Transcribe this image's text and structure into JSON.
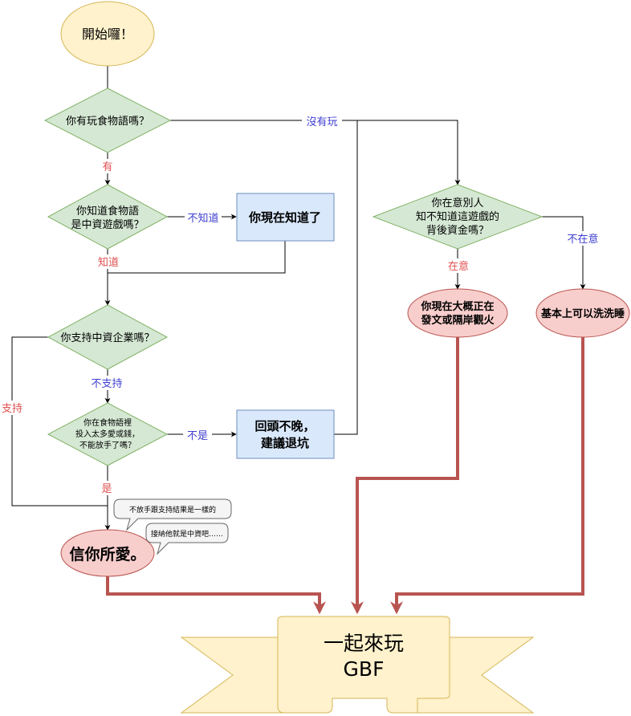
{
  "colors": {
    "start_fill": "#fff2cc",
    "start_stroke": "#d6b656",
    "decision_fill": "#d5e8d4",
    "decision_stroke": "#82b366",
    "info_fill": "#dae8fc",
    "info_stroke": "#6c8ebf",
    "end_fill": "#f8cecc",
    "end_stroke": "#b85450",
    "label_yes": "#e05050",
    "label_no": "#4040d0",
    "thick_arrow": "#b85450",
    "banner_fill": "#fff2cc",
    "banner_stroke": "#d6b656",
    "banner_text": "#3a0000"
  },
  "nodes": {
    "start": "開始囉！",
    "q_play": "你有玩食物語嗎？",
    "q_know": [
      "你知道食物語",
      "是中資遊戲嗎？"
    ],
    "info_now_know": "你現在知道了",
    "q_support": "你支持中資企業嗎？",
    "q_invested": [
      "你在食物語裡",
      "投入太多愛或錢，",
      "不能放手了嗎？"
    ],
    "info_not_late": [
      "回頭不晚，",
      "建議退坑"
    ],
    "q_care": [
      "你在意別人",
      "知不知道這遊戲的",
      "背後資金嗎？"
    ],
    "end_watching": [
      "你現在大概正在",
      "發文或隔岸觀火"
    ],
    "end_sleep": "基本上可以洗洗睡",
    "end_love": "信你所愛。",
    "callout_1": "不放手跟支持結果是一樣的",
    "callout_2": "接納他就是中資吧……",
    "banner": [
      "一起來玩",
      "GBF"
    ]
  },
  "edge_labels": {
    "not_played": "沒有玩",
    "have": "有",
    "dont_know": "不知道",
    "know": "知道",
    "support": "支持",
    "not_support": "不支持",
    "no": "不是",
    "yes": "是",
    "care": "在意",
    "dont_care": "不在意"
  }
}
